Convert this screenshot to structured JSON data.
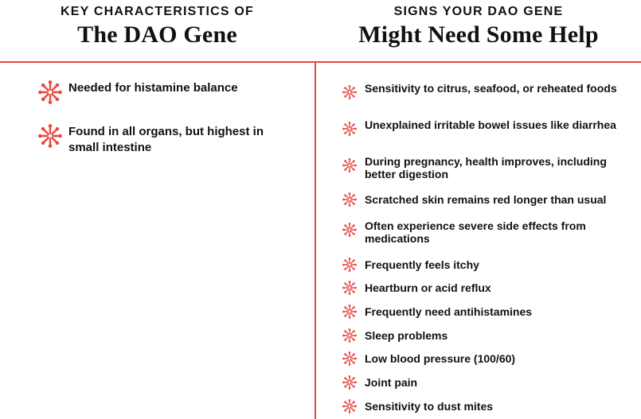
{
  "left": {
    "kicker": "KEY CHARACTERISTICS OF",
    "headline": "The DAO Gene",
    "items": [
      "Needed for histamine balance",
      "Found in all organs, but highest in small intestine"
    ]
  },
  "right": {
    "kicker": "SIGNS YOUR DAO GENE",
    "headline": "Might Need Some Help",
    "items": [
      "Sensitivity to citrus, seafood, or reheated foods",
      "Unexplained irritable bowel issues like diarrhea",
      "During pregnancy, health improves, including better digestion",
      "Scratched skin remains red longer than usual",
      "Often experience severe side effects from medications",
      "Frequently feels itchy",
      "Heartburn or acid reflux",
      "Frequently need antihistamines",
      "Sleep problems",
      "Low blood pressure (100/60)",
      "Joint pain",
      "Sensitivity to dust mites"
    ]
  },
  "colors": {
    "accent": "#e8473e",
    "text": "#111111"
  },
  "icon": "asterisk-burst-icon"
}
